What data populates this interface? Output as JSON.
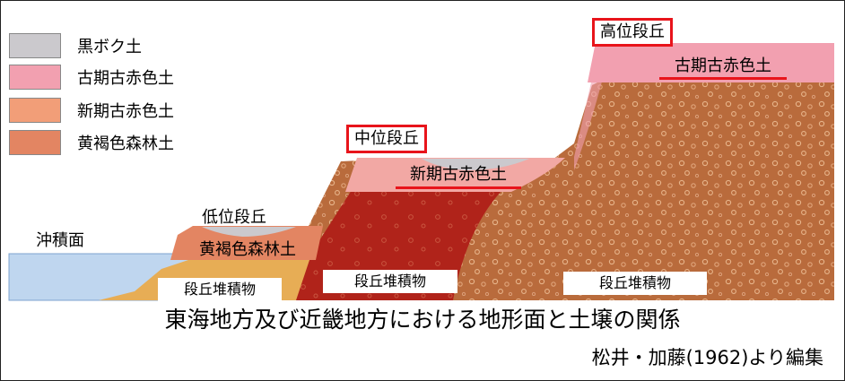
{
  "legend": [
    {
      "label": "黒ボク土",
      "color": "#cbc9cd"
    },
    {
      "label": "古期古赤色土",
      "color": "#f2a0b0"
    },
    {
      "label": "新期古赤色土",
      "color": "#f29e78"
    },
    {
      "label": "黄褐色森林土",
      "color": "#e38562"
    }
  ],
  "labels": {
    "alluvial_plane": "沖積面",
    "low_terrace": "低位段丘",
    "low_soil": "黄褐色森林土",
    "middle_terrace": "中位段丘",
    "middle_soil": "新期古赤色土",
    "high_terrace": "高位段丘",
    "high_soil": "古期古赤色土"
  },
  "deposits": [
    "段丘堆積物",
    "段丘堆積物",
    "段丘堆積物"
  ],
  "caption": {
    "main": "東海地方及び近畿地方における地形面と土壌の関係",
    "source": "松井・加藤(1962)より編集"
  },
  "colors": {
    "highlight": "#e8141b",
    "alluvium": "#bfd6ef",
    "gravel_deposit": "#b86a3a",
    "middle_deposit": "#b0231a",
    "low_deposit": "#e7ad55"
  }
}
